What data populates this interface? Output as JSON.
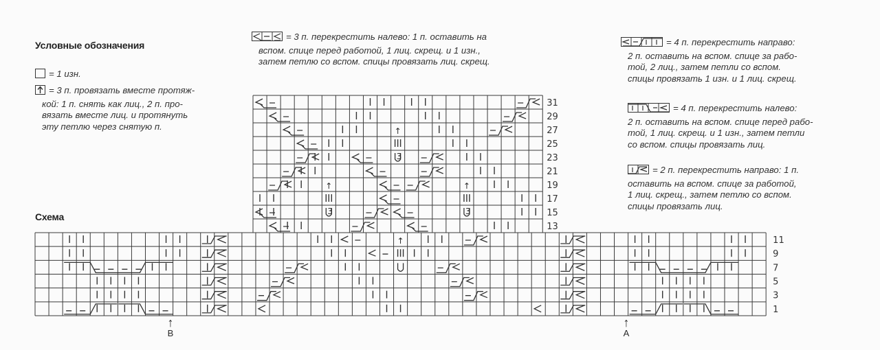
{
  "legend": {
    "title": "Условные обозначения",
    "items": [
      {
        "icon": "purl-box-icon",
        "text": "= 1 изн."
      },
      {
        "icon": "arrow-up-box-icon",
        "lines": [
          "= 3 п. провязать вместе протяж-",
          "кой: 1 п. снять как лиц., 2 п. про-",
          "вязать вместе лиц. и протянуть",
          "эту петлю через снятую п."
        ]
      }
    ]
  },
  "legend_center": {
    "icon": "cross-left-3-icon",
    "lines": [
      "= 3 п. перекрестить налево: 1 п. оставить на",
      "вспом. спице перед работой, 1 лиц. скрещ.  и 1 изн.,",
      "затем петлю со вспом. спицы провязать лиц. скрещ."
    ]
  },
  "legend_right": [
    {
      "icon": "cross-right-4-icon",
      "lines": [
        "= 4 п. перекрестить направо:",
        "2 п. оставить на вспом. спице за рабо-",
        "той, 2 лиц., затем петли со вспом.",
        "спицы провязать 1 изн. и 1 лиц. скрещ."
      ]
    },
    {
      "icon": "cross-left-4-icon",
      "lines": [
        "= 4 п. перекрестить налево:",
        "2 п. оставить на вспом. спице перед рабо-",
        "той, 1 лиц. скрещ. и 1 изн., затем петли",
        "со вспом. спицы провязать лиц."
      ]
    },
    {
      "icon": "cross-right-2-icon",
      "lines": [
        "= 2 п. перекрестить направо: 1 п.",
        "оставить на вспом. спице за работой,",
        "1 лиц. скрещ., затем петлю со вспом.",
        "спицы провязать лиц."
      ]
    }
  ],
  "scheme": {
    "title": "Схема",
    "marker_b": "B",
    "marker_a": "A",
    "upper_row_numbers": [
      "31",
      "29",
      "27",
      "25",
      "23",
      "21",
      "19",
      "17",
      "15",
      "13"
    ],
    "lower_row_numbers": [
      "11",
      "9",
      "7",
      "5",
      "3",
      "1"
    ],
    "grid_color": "#3a3a3a"
  }
}
